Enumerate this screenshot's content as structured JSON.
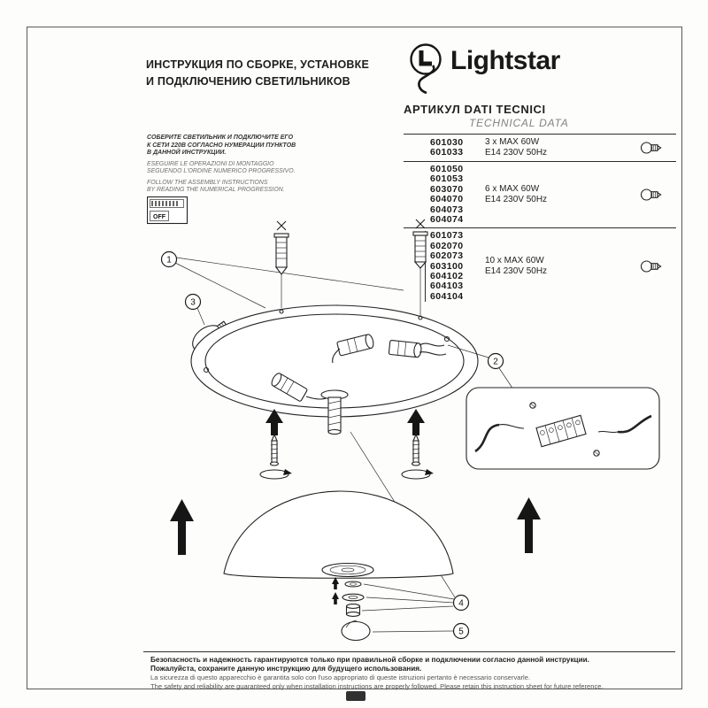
{
  "page": {
    "title": "ИНСТРУКЦИЯ ПО СБОРКЕ, УСТАНОВКЕ\nИ  ПОДКЛЮЧЕНИЮ  СВЕТИЛЬНИКОВ"
  },
  "logo": {
    "brand": "Lightstar"
  },
  "tech": {
    "heading_ru": "АРТИКУЛ  DATI TECNICI",
    "heading_en": "TECHNICAL DATA",
    "groups": [
      {
        "articles": [
          "601030",
          "601033"
        ],
        "spec1": "3 x MAX 60W",
        "spec2": "E14 230V 50Hz"
      },
      {
        "articles": [
          "601050",
          "601053",
          "603070",
          "604070",
          "604073",
          "604074"
        ],
        "spec1": "6 x MAX 60W",
        "spec2": "E14 230V 50Hz"
      },
      {
        "articles": [
          "601073",
          "602070",
          "602073",
          "603100",
          "604102",
          "604103",
          "604104"
        ],
        "spec1": "10 x MAX 60W",
        "spec2": "E14 230V 50Hz"
      }
    ]
  },
  "instructions": {
    "ru": "СОБЕРИТЕ СВЕТИЛЬНИК И ПОДКЛЮЧИТЕ ЕГО\nК СЕТИ 220В СОГЛАСНО НУМЕРАЦИИ ПУНКТОВ\nВ ДАННОЙ ИНСТРУКЦИИ.",
    "it": "ESEGUIRE LE OPERAZIONI DI MONTAGGIO\nSEGUENDO L'ORDINE NUMERICO PROGRESSIVO.",
    "en": "FOLLOW THE ASSEMBLY INSTRUCTIONS\nBY READING THE NUMERICAL PROGRESSION."
  },
  "diagram": {
    "off_label": "OFF",
    "callouts": [
      "1",
      "2",
      "3",
      "4",
      "5"
    ]
  },
  "footer": {
    "ru1": "Безопасность и надежность гарантируются только при правильной сборке и подключении согласно данной инструкции.",
    "ru2": "Пожалуйста, сохраните данную инструкцию для будущего использования.",
    "it": "La sicurezza di questo apparecchio è garantita solo con l'uso appropriato di queste istruzioni pertanto è necessario conservarle.",
    "en": "The safety and reliability are guaranteed only when installation instructions are properly followed. Please retain this instruction sheet for future reference."
  }
}
